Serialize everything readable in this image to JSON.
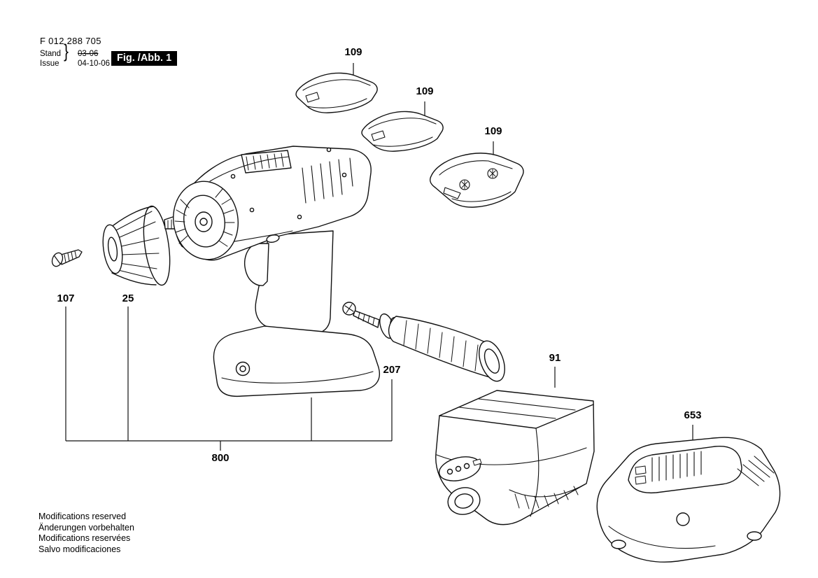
{
  "header": {
    "document_number": "F 012 288 705",
    "stand_label": "Stand",
    "stand_value": "03-06",
    "issue_label": "Issue",
    "issue_value": "04-10-06",
    "brace": "}",
    "figure_label": "Fig. /Abb. 1"
  },
  "part_labels": {
    "cap_top": "109",
    "cap_middle": "109",
    "cap_bottom": "109",
    "screw": "107",
    "chuck": "25",
    "side_handle": "207",
    "drill_assembly": "800",
    "battery_pack": "91",
    "charger": "653"
  },
  "footer": {
    "lines": [
      "Modifications reserved",
      "Änderungen vorbehalten",
      "Modifications reservées",
      "Salvo modificaciones"
    ]
  }
}
